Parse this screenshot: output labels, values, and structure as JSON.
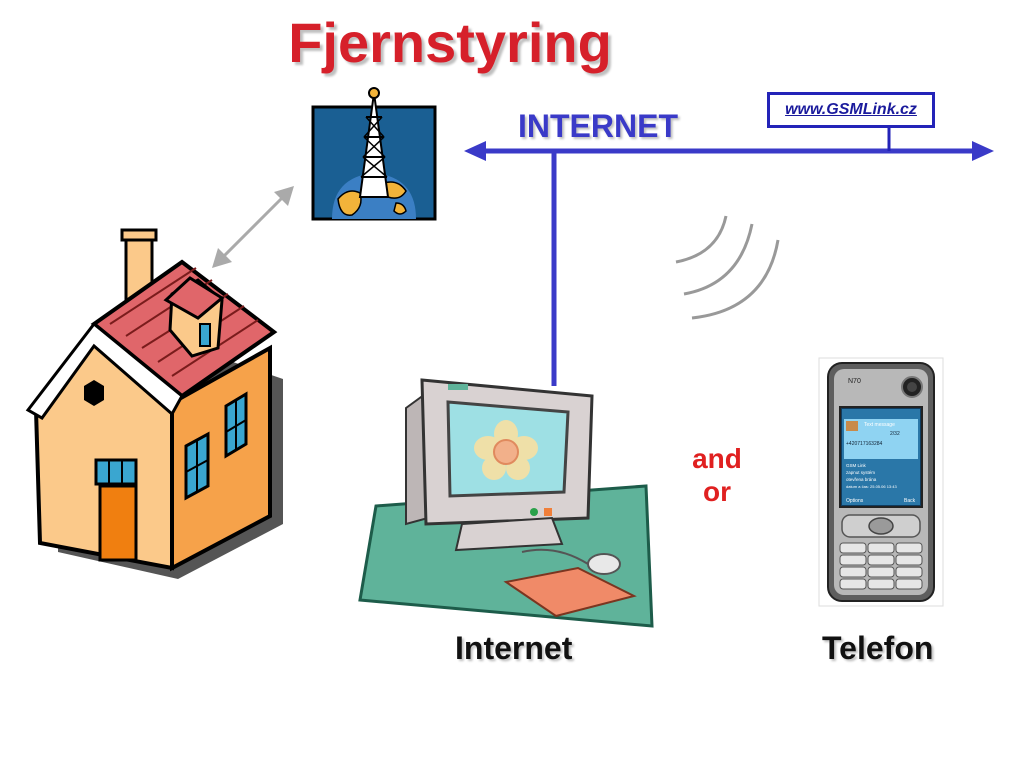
{
  "title": "Fjernstyring",
  "network": {
    "label": "INTERNET",
    "link_text": "www.GSMLink.cz"
  },
  "connector_text": {
    "line1": "and",
    "line2": "or"
  },
  "captions": {
    "internet": "Internet",
    "phone": "Telefon"
  },
  "phone_screen": {
    "model": "N70",
    "header": "Text message",
    "counter": "2/32",
    "number": "+420717163284",
    "line1": "GSM Link",
    "line2": "zapnut systém",
    "line3": "otevřena brána",
    "line4": "datum a čas: 25.05.06 13:43",
    "softkey_left": "Options",
    "softkey_right": "Back"
  },
  "colors": {
    "title": "#d6202a",
    "network_line": "#3a3ac8",
    "link_border": "#2323b8",
    "connector_text": "#e02020"
  },
  "icons": [
    "house-icon",
    "antenna-tower-icon",
    "computer-icon",
    "mobile-phone-icon",
    "signal-waves-icon",
    "double-arrow-icon"
  ]
}
